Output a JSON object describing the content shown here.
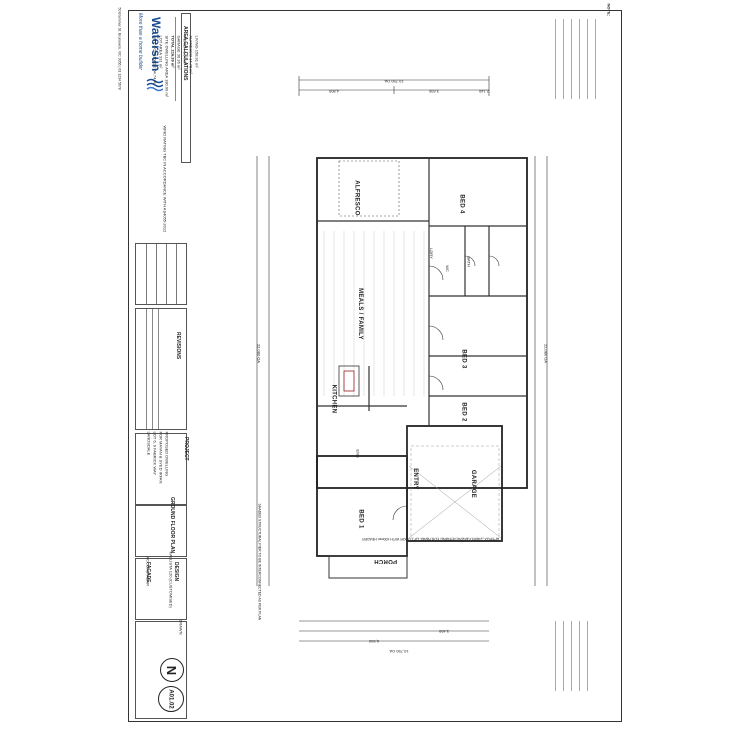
{
  "company": {
    "name": "Watersun",
    "tagline": "More than a home builder",
    "address": "50 Brammar St, Brunswick, VIC 3056 | 03 1234 5678"
  },
  "area_calculations": {
    "heading": "AREA CALCULATIONS",
    "rows": [
      {
        "label": "LIVING",
        "value": "158.91 m²"
      },
      {
        "label": "ALFRESCO",
        "value": "14.78 m²"
      },
      {
        "label": "PORCH",
        "value": "6.34 m²"
      },
      {
        "label": "GARAGE",
        "value": "36.36 m²"
      },
      {
        "label": "TOTAL",
        "value": "216.39 m²"
      }
    ],
    "site_dwelling_area_label": "SITE DWELLING AREA",
    "site_dwelling_area_value": "180.99 m²",
    "lot_area_label": "LOT AREA",
    "lot_area_value": "331 m²",
    "site_coverage_label": "SITE COVERAGE",
    "site_coverage_value": "54.74 %"
  },
  "wind_rating": "WIND RATING TBC IN ACCORDANCE WITH AS4055-2012",
  "revisions_heading": "REVISIONS",
  "project": {
    "heading": "PROJECT",
    "lines": [
      "PROPOSED DWELLING",
      "FOR MAYAN & SYED IRFAN",
      "LOT 6, 9 FABRICK WAY",
      "LANDSDALE"
    ]
  },
  "sheet": {
    "title": "GROUND FLOOR PLAN",
    "design_heading": "DESIGN",
    "design_name": "KALLISTA 120 (CUSTOMISED)",
    "facade_heading": "FACADE",
    "facade_name": "ACCORD REAR",
    "drawn_label": "DRAWN",
    "sheet_number": "A01.02",
    "compass": "N"
  },
  "rooms": {
    "alfresco": "ALFRESCO",
    "bed4": "BED 4",
    "meals_family": "MEALS / FAMILY",
    "bed3": "BED 3",
    "bed2": "BED 2",
    "kitchen": "KITCHEN",
    "garage": "GARAGE",
    "bed1": "BED 1",
    "entry": "ENTRY",
    "porch": "PORCH",
    "laundry": "LDRY",
    "wc": "WC",
    "bath": "BATH",
    "ens": "ENS"
  },
  "dimensions": {
    "overall_width_top": "10,750 OA",
    "overall_width_bottom": "10,750 OA",
    "overall_depth_left": "22,080 OA",
    "overall_depth_right": "22,080 OA",
    "alfresco_width": "4,800",
    "porch_width": "6,940",
    "garage_width": "3,400",
    "top_segment_a": "3,630",
    "top_segment_b": "2,140"
  },
  "notes": {
    "heading": "NOTE:",
    "garage_door": "APPROX. 2265H x 4810W OPENING FOR PANEL LIFT DOOR WITH 400mm HEADER",
    "shaded_note": "SHADED STRUCTURAL PIER TO BE INTERCONNECTED AS PER PLAN"
  }
}
